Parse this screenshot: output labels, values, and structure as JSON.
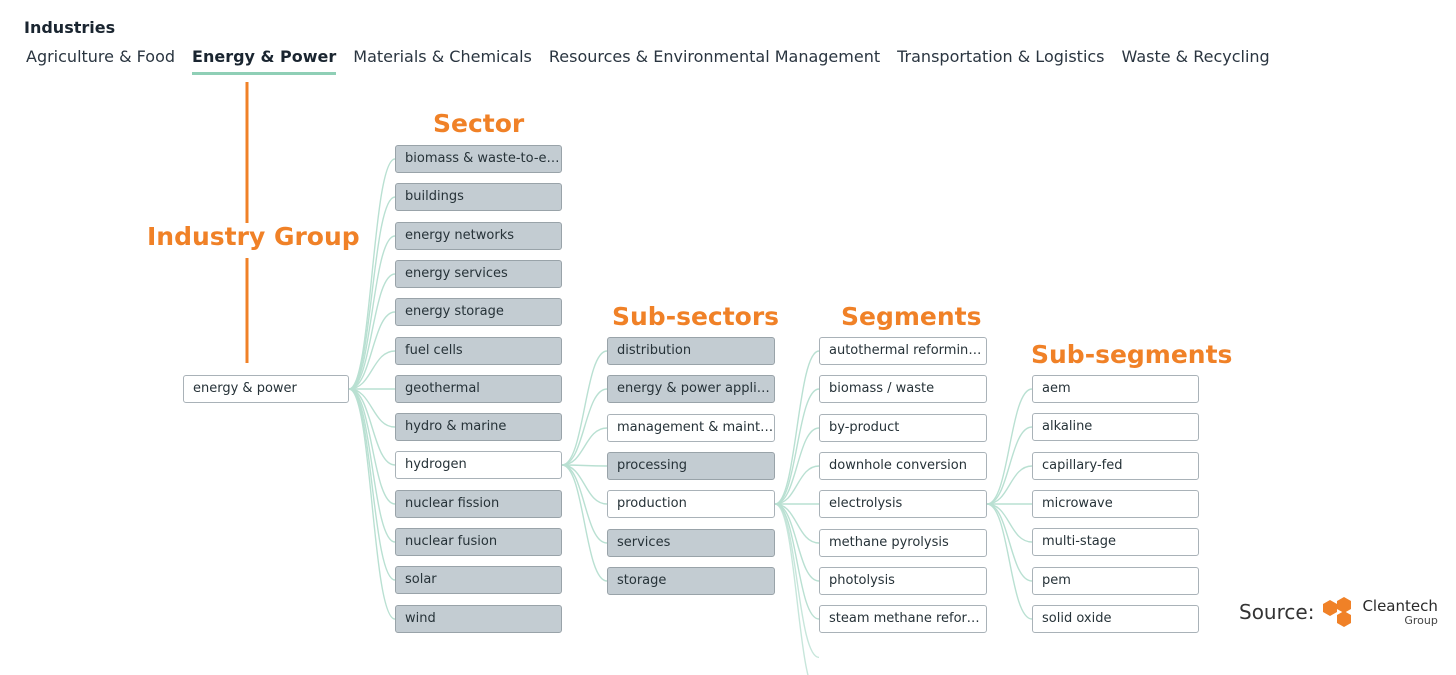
{
  "header": {
    "title": "Industries",
    "tabs": [
      {
        "label": "Agriculture & Food",
        "active": false
      },
      {
        "label": "Energy & Power",
        "active": true
      },
      {
        "label": "Materials & Chemicals",
        "active": false
      },
      {
        "label": "Resources & Environmental Management",
        "active": false
      },
      {
        "label": "Transportation & Logistics",
        "active": false
      },
      {
        "label": "Waste & Recycling",
        "active": false
      }
    ]
  },
  "labels": {
    "industry_group": "Industry Group",
    "sector": "Sector",
    "sub_sectors": "Sub-sectors",
    "segments": "Segments",
    "sub_segments": "Sub-segments"
  },
  "tree": {
    "root": "energy & power",
    "sectors": [
      {
        "label": "biomass & waste-to-energy",
        "expanded": false
      },
      {
        "label": "buildings",
        "expanded": false
      },
      {
        "label": "energy networks",
        "expanded": false
      },
      {
        "label": "energy services",
        "expanded": false
      },
      {
        "label": "energy storage",
        "expanded": false
      },
      {
        "label": "fuel cells",
        "expanded": false
      },
      {
        "label": "geothermal",
        "expanded": false
      },
      {
        "label": "hydro & marine",
        "expanded": false
      },
      {
        "label": "hydrogen",
        "expanded": true
      },
      {
        "label": "nuclear fission",
        "expanded": false
      },
      {
        "label": "nuclear fusion",
        "expanded": false
      },
      {
        "label": "solar",
        "expanded": false
      },
      {
        "label": "wind",
        "expanded": false
      }
    ],
    "sub_sectors": [
      {
        "label": "distribution",
        "expanded": false
      },
      {
        "label": "energy & power applications",
        "expanded": false
      },
      {
        "label": "management & maintenance",
        "expanded": true
      },
      {
        "label": "processing",
        "expanded": false
      },
      {
        "label": "production",
        "expanded": true
      },
      {
        "label": "services",
        "expanded": false
      },
      {
        "label": "storage",
        "expanded": false
      }
    ],
    "segments": [
      {
        "label": "autothermal reforming ...",
        "expanded": true
      },
      {
        "label": "biomass / waste",
        "expanded": true
      },
      {
        "label": "by-product",
        "expanded": true
      },
      {
        "label": "downhole conversion",
        "expanded": true
      },
      {
        "label": "electrolysis",
        "expanded": true
      },
      {
        "label": "methane pyrolysis",
        "expanded": true
      },
      {
        "label": "photolysis",
        "expanded": true
      },
      {
        "label": "steam methane reforming",
        "expanded": true
      }
    ],
    "sub_segments": [
      {
        "label": "aem",
        "expanded": true
      },
      {
        "label": "alkaline",
        "expanded": true
      },
      {
        "label": "capillary-fed",
        "expanded": true
      },
      {
        "label": "microwave",
        "expanded": true
      },
      {
        "label": "multi-stage",
        "expanded": true
      },
      {
        "label": "pem",
        "expanded": true
      },
      {
        "label": "solid oxide",
        "expanded": true
      }
    ]
  },
  "source": {
    "prefix": "Source:",
    "brand": "Cleantech",
    "brand_sub": "Group",
    "logo_color": "#f08127"
  },
  "colors": {
    "accent": "#f08127",
    "link_line": "#b9e0d2",
    "tab_underline": "#8fcfb6",
    "collapsed_node": "#c3ccd2"
  }
}
